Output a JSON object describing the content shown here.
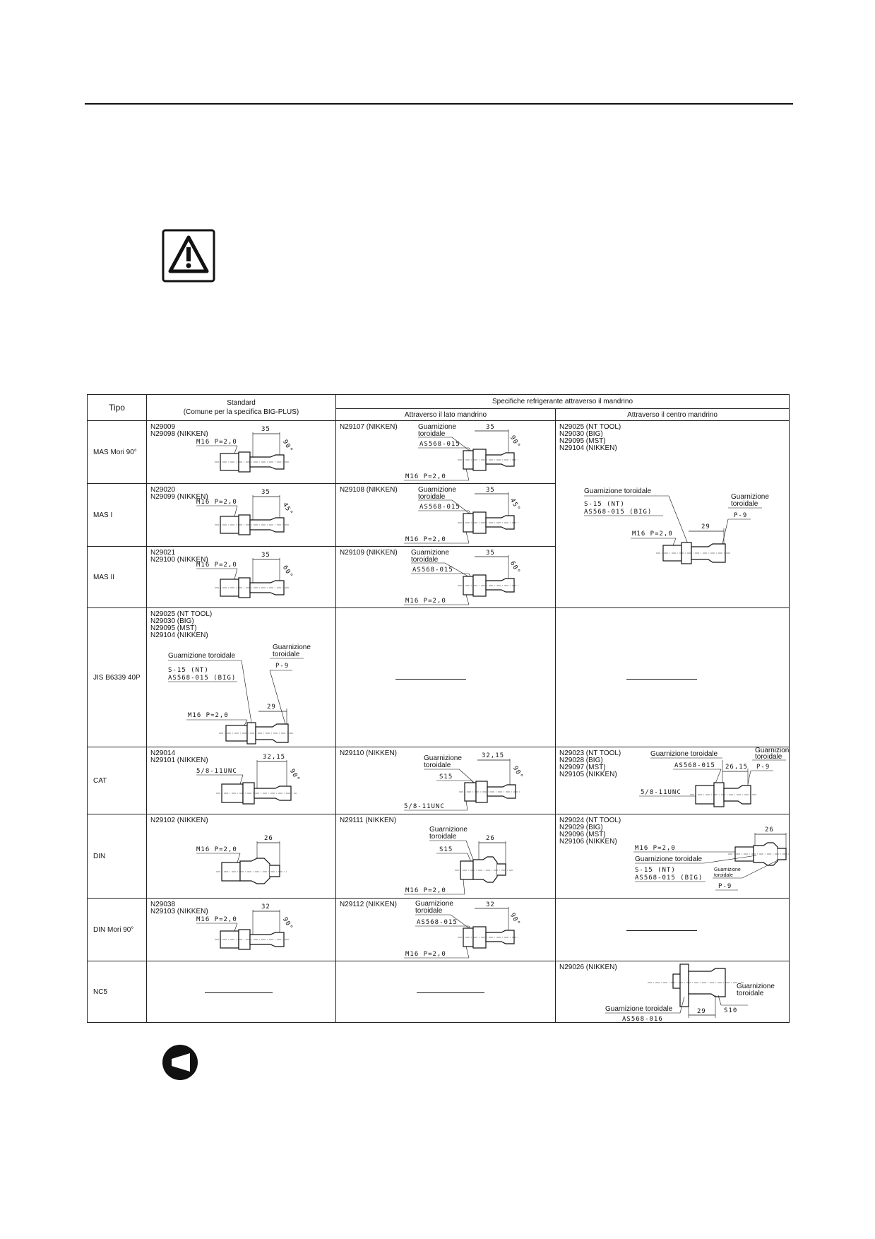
{
  "header_icons": {
    "warning": "warning-triangle-icon",
    "note": "note-pointer-icon"
  },
  "table": {
    "tipo_header": "Tipo",
    "standard_header": "Standard\n(Comune per la specifica BIG-PLUS)",
    "coolant_header": "Specifiche refrigerante attraverso il mandrino",
    "side_header": "Attraverso il lato mandrino",
    "center_header": "Attraverso il centro mandrino",
    "labels": {
      "oring": "Guarnizione toroidale",
      "oring_1": "Guarnizione",
      "oring_2": "toroidale"
    },
    "rows": [
      {
        "tipo": "MAS Mori 90°",
        "std": {
          "codes": [
            "N29009",
            "N29098 (NIKKEN)"
          ],
          "dim": "35",
          "angle": "90°",
          "thread": "M16 P=2,0"
        },
        "side": {
          "codes": [
            "N29107 (NIKKEN)"
          ],
          "dim": "35",
          "angle": "90°",
          "thread": "M16 P=2,0",
          "seal": "AS568-015"
        },
        "center": {
          "codes": [
            "N29025 (NT TOOL)",
            "N29030 (BIG)",
            "N29095 (MST)",
            "N29104 (NIKKEN)"
          ],
          "dim": "29",
          "thread": "M16 P=2,0",
          "seal1": "S-15 (NT)",
          "seal2": "AS568-015 (BIG)",
          "seal3": "P-9"
        }
      },
      {
        "tipo": "MAS I",
        "std": {
          "codes": [
            "N29020",
            "N29099 (NIKKEN)"
          ],
          "dim": "35",
          "angle": "45°",
          "thread": "M16 P=2,0"
        },
        "side": {
          "codes": [
            "N29108 (NIKKEN)"
          ],
          "dim": "35",
          "angle": "45°",
          "thread": "M16 P=2,0",
          "seal": "AS568-015"
        }
      },
      {
        "tipo": "MAS II",
        "std": {
          "codes": [
            "N29021",
            "N29100 (NIKKEN)"
          ],
          "dim": "35",
          "angle": "60°",
          "thread": "M16 P=2,0"
        },
        "side": {
          "codes": [
            "N29109 (NIKKEN)"
          ],
          "dim": "35",
          "angle": "60°",
          "thread": "M16 P=2,0",
          "seal": "AS568-015"
        }
      },
      {
        "tipo": "JIS B6339 40P",
        "std": {
          "codes": [
            "N29025 (NT TOOL)",
            "N29030 (BIG)",
            "N29095 (MST)",
            "N29104 (NIKKEN)"
          ],
          "dim": "29",
          "thread": "M16 P=2,0",
          "seal1": "S-15 (NT)",
          "seal2": "AS568-015 (BIG)",
          "seal3": "P-9"
        }
      },
      {
        "tipo": "CAT",
        "std": {
          "codes": [
            "N29014",
            "N29101 (NIKKEN)"
          ],
          "dim": "32,15",
          "angle": "90°",
          "thread": "5/8-11UNC"
        },
        "side": {
          "codes": [
            "N29110 (NIKKEN)"
          ],
          "dim": "32,15",
          "angle": "90°",
          "thread": "5/8-11UNC",
          "seal": "S15"
        },
        "center": {
          "codes": [
            "N29023 (NT TOOL)",
            "N29028 (BIG)",
            "N29097 (MST)",
            "N29105 (NIKKEN)"
          ],
          "dim": "26,15",
          "thread": "5/8-11UNC",
          "seal": "AS568-015",
          "seal3": "P-9"
        }
      },
      {
        "tipo": "DIN",
        "std": {
          "codes": [
            "N29102 (NIKKEN)"
          ],
          "dim": "26",
          "thread": "M16 P=2,0"
        },
        "side": {
          "codes": [
            "N29111 (NIKKEN)"
          ],
          "dim": "26",
          "thread": "M16 P=2,0",
          "seal": "S15"
        },
        "center": {
          "codes": [
            "N29024 (NT TOOL)",
            "N29029 (BIG)",
            "N29096 (MST)",
            "N29106 (NIKKEN)"
          ],
          "dim": "26",
          "thread": "M16 P=2,0",
          "seal1": "S-15 (NT)",
          "seal2": "AS568-015 (BIG)",
          "seal3": "P-9"
        }
      },
      {
        "tipo": "DIN Mori 90°",
        "std": {
          "codes": [
            "N29038",
            "N29103 (NIKKEN)"
          ],
          "dim": "32",
          "angle": "90°",
          "thread": "M16 P=2,0"
        },
        "side": {
          "codes": [
            "N29112 (NIKKEN)"
          ],
          "dim": "32",
          "angle": "90°",
          "thread": "M16 P=2,0",
          "seal": "AS568-015"
        }
      },
      {
        "tipo": "NC5",
        "center": {
          "codes": [
            "N29026 (NIKKEN)"
          ],
          "dim": "29",
          "seal": "AS568-016",
          "seal3": "S10"
        }
      }
    ]
  }
}
